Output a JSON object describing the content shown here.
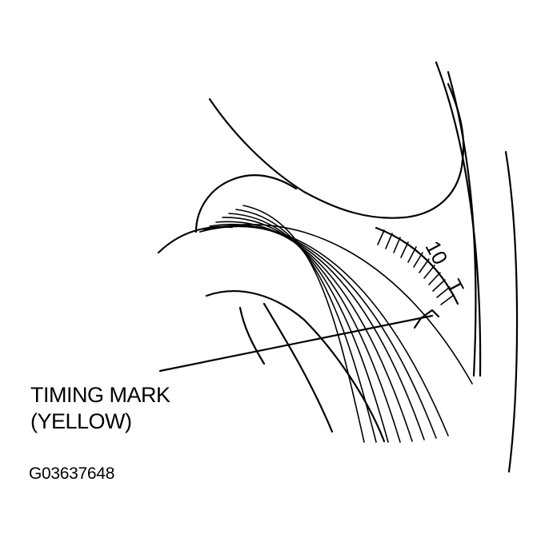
{
  "callout": {
    "line1": "TIMING MARK",
    "line2": "(YELLOW)"
  },
  "scale": {
    "label_ten": "10",
    "label_t": "T"
  },
  "figure_code": "G03637648"
}
